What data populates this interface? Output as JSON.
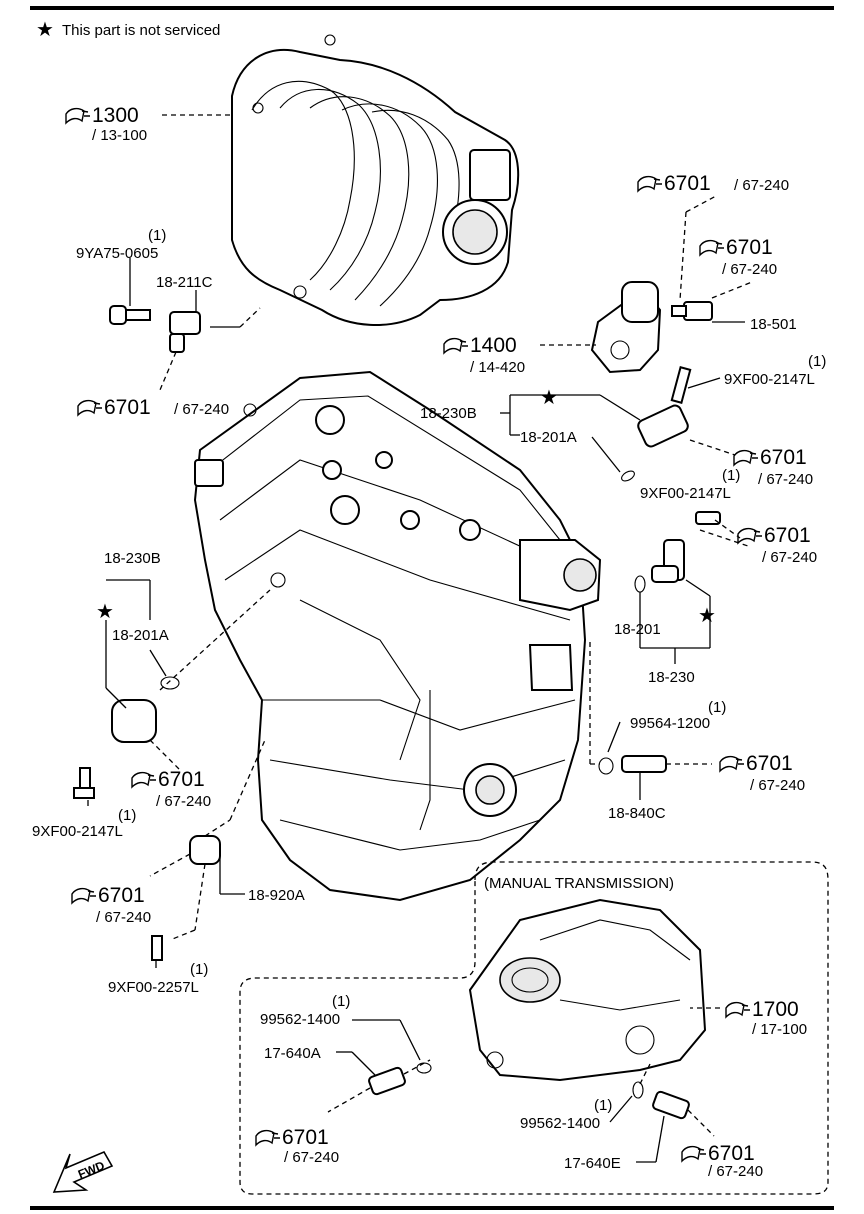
{
  "legend": {
    "star": "★",
    "text": "This part is not serviced"
  },
  "groups": {
    "manual_transmission": "(MANUAL TRANSMISSION)"
  },
  "fwd": "FWD",
  "refs": [
    {
      "id": "r1300",
      "main": "1300",
      "sub": "/ 13-100"
    },
    {
      "id": "r6701a",
      "main": "6701",
      "sub": "/ 67-240"
    },
    {
      "id": "r6701b",
      "main": "6701",
      "sub": "/ 67-240"
    },
    {
      "id": "r1400",
      "main": "1400",
      "sub": "/ 14-420"
    },
    {
      "id": "r6701c",
      "main": "6701",
      "sub": "/ 67-240"
    },
    {
      "id": "r6701d",
      "main": "6701",
      "sub": "/ 67-240"
    },
    {
      "id": "r6701e",
      "main": "6701",
      "sub": "/ 67-240"
    },
    {
      "id": "r6701f",
      "main": "6701",
      "sub": "/ 67-240"
    },
    {
      "id": "r6701g",
      "main": "6701",
      "sub": "/ 67-240"
    },
    {
      "id": "r6701h",
      "main": "6701",
      "sub": "/ 67-240"
    },
    {
      "id": "r1700",
      "main": "1700",
      "sub": "/ 17-100"
    },
    {
      "id": "r6701i",
      "main": "6701",
      "sub": "/ 67-240"
    },
    {
      "id": "r6701j",
      "main": "6701",
      "sub": "/ 67-240"
    }
  ],
  "parts": [
    {
      "id": "p9ya75",
      "qty": "(1)",
      "code": "9YA75-0605"
    },
    {
      "id": "p18211c",
      "code": "18-211C"
    },
    {
      "id": "p18501",
      "code": "18-501"
    },
    {
      "id": "p9xf_top",
      "qty": "(1)",
      "code": "9XF00-2147L"
    },
    {
      "id": "p18230b_r",
      "code": "18-230B"
    },
    {
      "id": "p18201a_r",
      "code": "18-201A"
    },
    {
      "id": "p9xf_mid",
      "qty": "(1)",
      "code": "9XF00-2147L"
    },
    {
      "id": "p18201",
      "code": "18-201"
    },
    {
      "id": "p18230",
      "code": "18-230"
    },
    {
      "id": "p18230b_l",
      "code": "18-230B"
    },
    {
      "id": "p18201a_l",
      "code": "18-201A"
    },
    {
      "id": "p9xf_left",
      "qty": "(1)",
      "code": "9XF00-2147L"
    },
    {
      "id": "p99564",
      "qty": "(1)",
      "code": "99564-1200"
    },
    {
      "id": "p18840c",
      "code": "18-840C"
    },
    {
      "id": "p18920a",
      "code": "18-920A"
    },
    {
      "id": "p9xf2257",
      "qty": "(1)",
      "code": "9XF00-2257L"
    },
    {
      "id": "p99562a",
      "qty": "(1)",
      "code": "99562-1400"
    },
    {
      "id": "p17640a",
      "code": "17-640A"
    },
    {
      "id": "p99562b",
      "qty": "(1)",
      "code": "99562-1400"
    },
    {
      "id": "p17640e",
      "code": "17-640E"
    }
  ]
}
